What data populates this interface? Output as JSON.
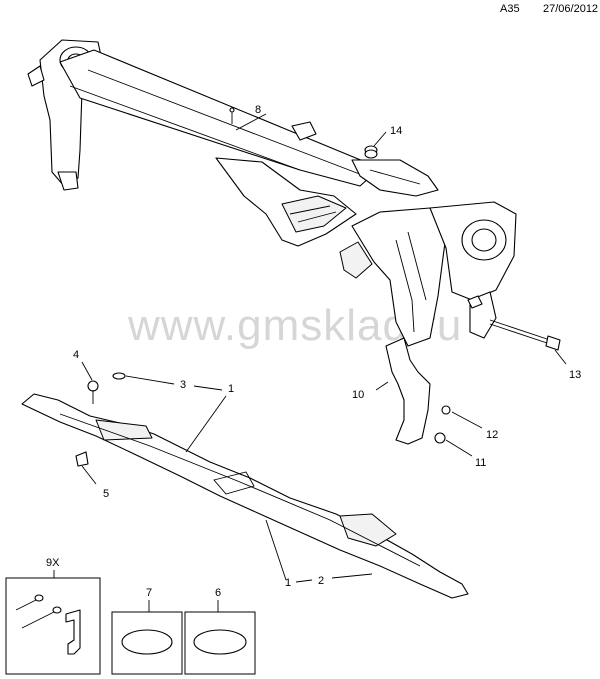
{
  "header": {
    "sheet_id": "A35",
    "date": "27/06/2012"
  },
  "watermark": "www.gmsklad.ru",
  "callouts": {
    "c1a": "1",
    "c1b": "1",
    "c2": "2",
    "c3": "3",
    "c4": "4",
    "c5": "5",
    "c6": "6",
    "c7": "7",
    "c8": "8",
    "c9x": "9X",
    "c10": "10",
    "c11": "11",
    "c12": "12",
    "c13": "13",
    "c14": "14"
  }
}
